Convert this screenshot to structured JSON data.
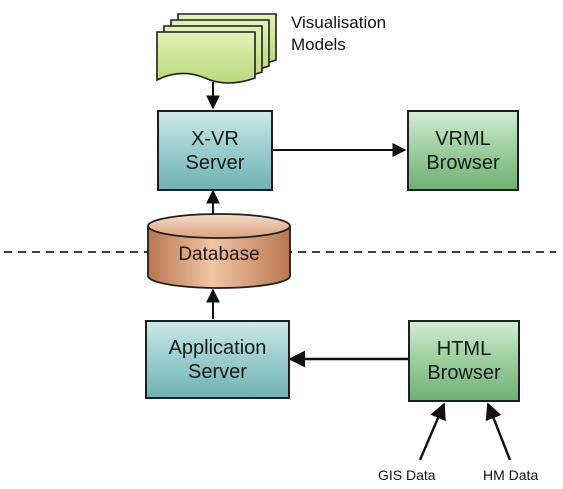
{
  "models_label": [
    "Visualisation",
    "Models"
  ],
  "nodes": {
    "xvr_server": [
      "X-VR",
      "Server"
    ],
    "vrml_browser": [
      "VRML",
      "Browser"
    ],
    "database": "Database",
    "application_server": [
      "Application",
      "Server"
    ],
    "html_browser": [
      "HTML",
      "Browser"
    ]
  },
  "inputs": {
    "gis": "GIS Data",
    "hm": "HM Data"
  },
  "colors": {
    "server_fill": "#8cc4c5",
    "browser_fill": "#8cc48f",
    "database_fill": "#d9a27e",
    "models_fill": "#cde69a"
  }
}
